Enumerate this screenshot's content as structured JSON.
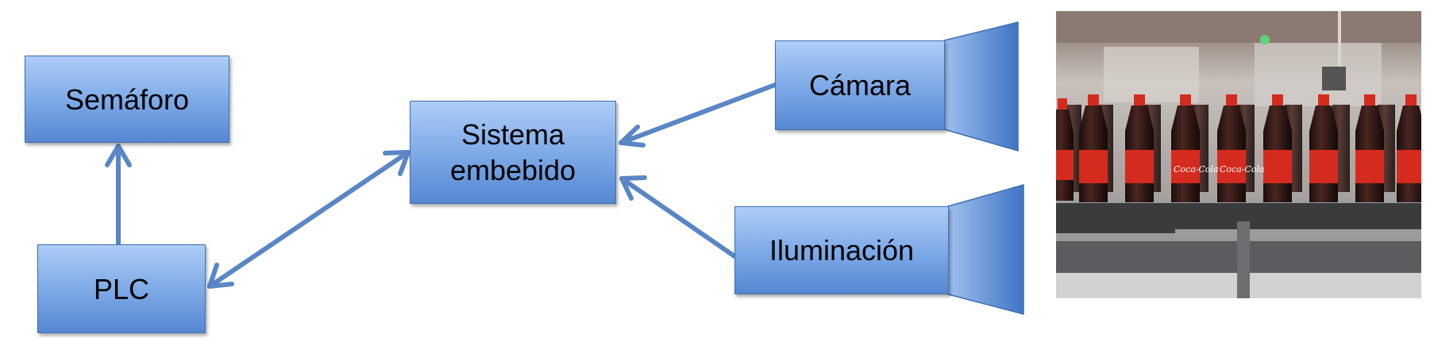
{
  "nodes": {
    "semaforo": "Semáforo",
    "plc": "PLC",
    "sistema": "Sistema\nembebido",
    "camara": "Cámara",
    "iluminacion": "Iluminación"
  },
  "photo": {
    "subject": "conveyor of Coca-Cola bottles",
    "label_text": "Coca-Cola"
  },
  "colors": {
    "box_fill_light": "#aecdf7",
    "box_fill_dark": "#5687d2",
    "arrow": "#5a86c6",
    "bottle_label": "#d52b1e"
  }
}
